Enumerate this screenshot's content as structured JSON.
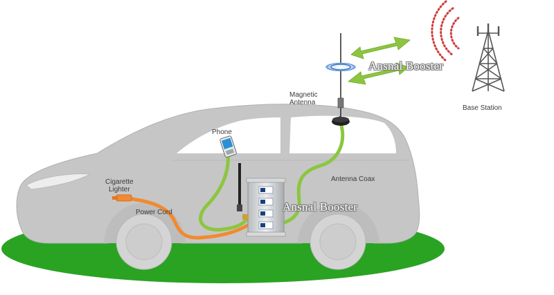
{
  "labels": {
    "magnetic_antenna": "Magnetic\nAntenna",
    "base_station": "Base Station",
    "phone": "Phone",
    "cigarette_lighter": "Cigarette\nLighter",
    "power_cord": "Power Cord",
    "antenna_coax": "Antenna Coax"
  },
  "watermarks": {
    "top": "Ansnal Booster",
    "middle": "Ansnal Booster"
  },
  "colors": {
    "ground": "#2aa323",
    "car_body": "#c6c6c6",
    "car_window": "#ffffff",
    "coax_cable": "#8cc63f",
    "power_cord": "#f28a2e",
    "signal_arrow": "#8cc63f",
    "radio_waves": "#d13b3b",
    "tower": "#555555"
  },
  "icons": [
    "base-station-tower-icon",
    "signal-arrow-icon",
    "radio-waves-icon",
    "booster-device-icon",
    "phone-icon",
    "magnetic-antenna-icon",
    "cigarette-lighter-plug-icon"
  ]
}
